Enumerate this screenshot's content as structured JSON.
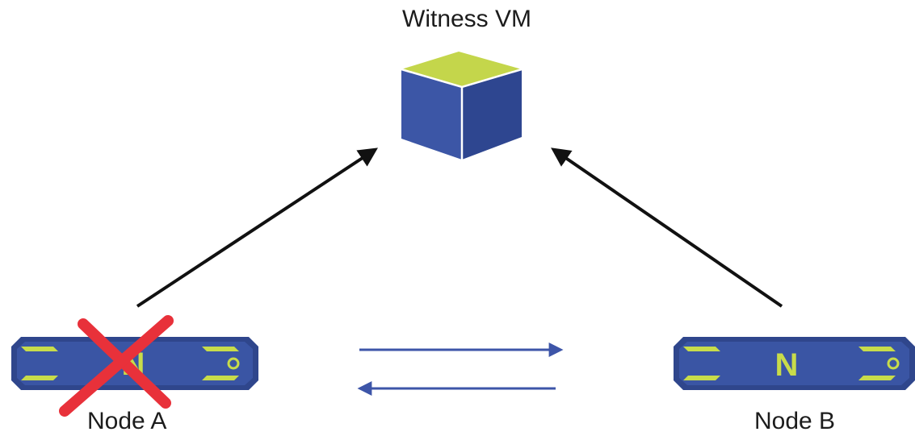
{
  "diagram": {
    "witness": {
      "label": "Witness VM",
      "icon": "cube-icon"
    },
    "node_a": {
      "label": "Node A",
      "badge_letter": "N",
      "icon": "server-node-icon",
      "status": "failed",
      "status_icon": "red-x-icon"
    },
    "node_b": {
      "label": "Node B",
      "badge_letter": "N",
      "icon": "server-node-icon"
    },
    "colors": {
      "node_blue": "#3a55a4",
      "node_dark_blue": "#2f468c",
      "accent_green": "#c8dc4a",
      "cube_top": "#c4d64b",
      "cube_left": "#3c56a6",
      "cube_right": "#2e4690",
      "arrow_black": "#111111",
      "arrow_blue": "#3d55a8",
      "failure_red": "#e8313a"
    }
  }
}
